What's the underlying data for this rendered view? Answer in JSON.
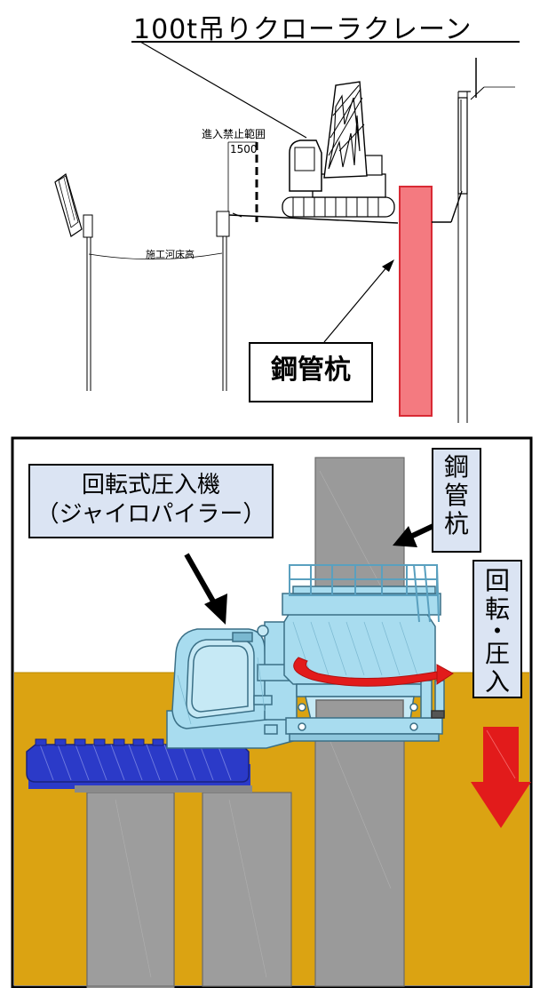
{
  "top_figure": {
    "crane_title": "100t吊りクローラクレーン",
    "no_entry_label": "進入禁止範囲",
    "dimension_value": "1500",
    "riverbed_label": "施工河床高",
    "pile_label": "鋼管杭"
  },
  "bottom_figure": {
    "machine_label_line1": "回転式圧入機",
    "machine_label_line2": "（ジャイロパイラー）",
    "pile_label_chars": [
      "鋼",
      "管",
      "杭"
    ],
    "action_label_chars": [
      "回",
      "転",
      "・",
      "圧",
      "入"
    ]
  },
  "colors": {
    "pile_red": "#f47a80",
    "label_fill": "#dbe4f3",
    "ground": "#dba312",
    "pile_gray": "#9a9a9a",
    "machine_blue": "#a8dcef",
    "crawler_blue": "#2b3ac8",
    "arrow_red": "#e21b1b"
  }
}
